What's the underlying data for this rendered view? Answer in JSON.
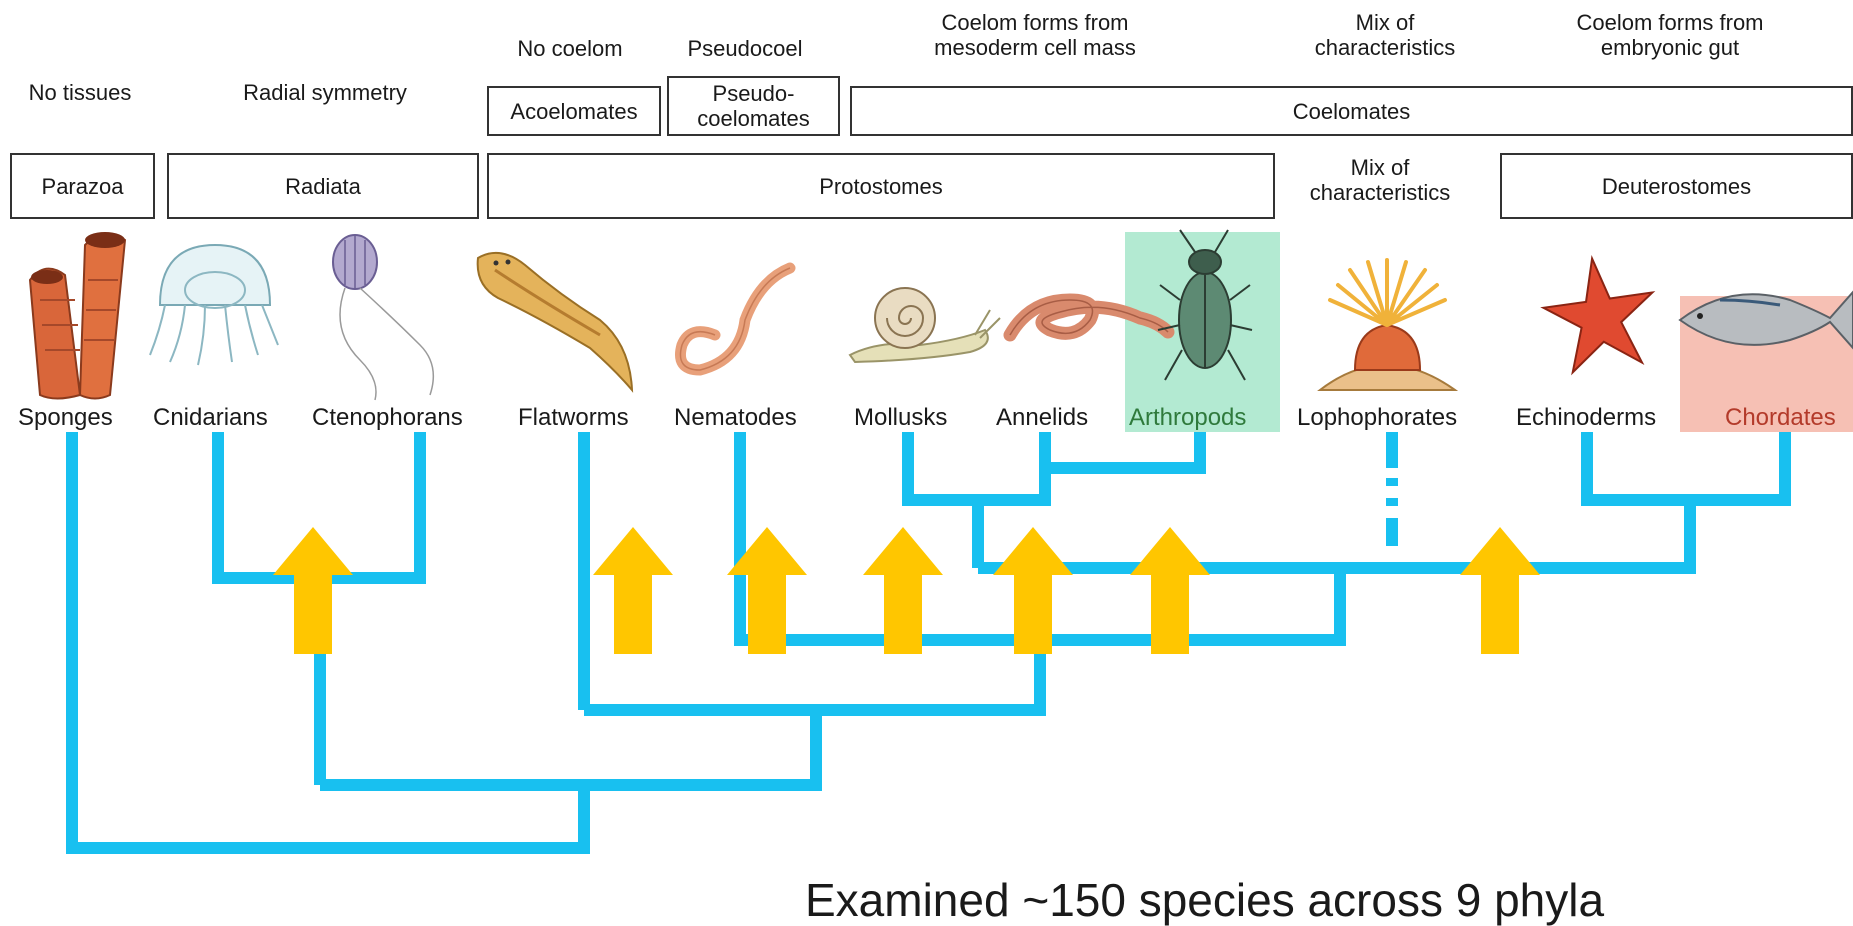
{
  "header": {
    "top_row": {
      "no_coelom": "No coelom",
      "pseudocoel": "Pseudocoel",
      "coelom_mesoderm": "Coelom forms from mesoderm cell mass",
      "mix_top": "Mix of characteristics",
      "coelom_gut": "Coelom forms from embryonic gut"
    },
    "row2": {
      "no_tissues": "No tissues",
      "radial_symmetry": "Radial symmetry",
      "acoelomates": "Acoelomates",
      "pseudocoelomates": "Pseudo- coelomates",
      "coelomates": "Coelomates"
    },
    "row3": {
      "parazoa": "Parazoa",
      "radiata": "Radiata",
      "protostomes": "Protostomes",
      "mix_mid": "Mix of characteristics",
      "deuterostomes": "Deuterostomes"
    }
  },
  "taxa": [
    {
      "name": "Sponges",
      "icon": "sponge-icon"
    },
    {
      "name": "Cnidarians",
      "icon": "jellyfish-icon"
    },
    {
      "name": "Ctenophorans",
      "icon": "comb-jelly-icon"
    },
    {
      "name": "Flatworms",
      "icon": "flatworm-icon"
    },
    {
      "name": "Nematodes",
      "icon": "roundworm-icon"
    },
    {
      "name": "Mollusks",
      "icon": "snail-icon"
    },
    {
      "name": "Annelids",
      "icon": "earthworm-icon"
    },
    {
      "name": "Arthropods",
      "icon": "beetle-icon"
    },
    {
      "name": "Lophophorates",
      "icon": "lophophore-icon"
    },
    {
      "name": "Echinoderms",
      "icon": "starfish-icon"
    },
    {
      "name": "Chordates",
      "icon": "fish-icon"
    }
  ],
  "highlights": {
    "arthropods_color": "#b3ead2",
    "chordates_color": "#f6c0b4"
  },
  "colors": {
    "tree": "#18c0f0",
    "arrow": "#ffc600"
  },
  "caption": "Examined ~150 species across 9 phyla"
}
